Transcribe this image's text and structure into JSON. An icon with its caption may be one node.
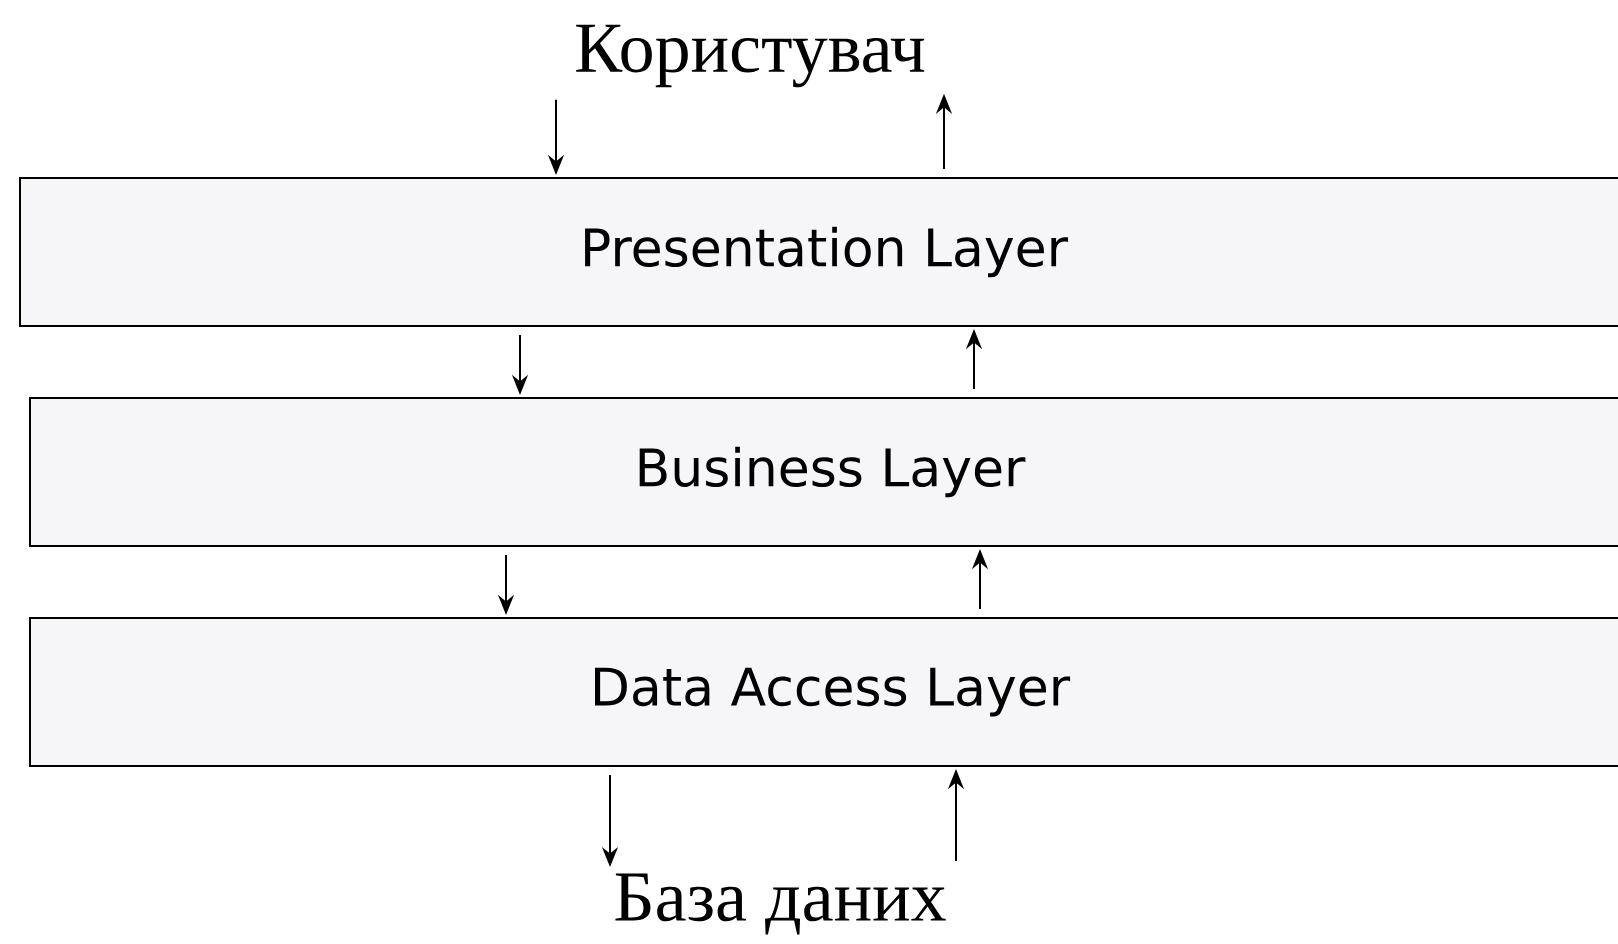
{
  "diagram": {
    "nodes": [
      {
        "text": [
          "Користувач"
        ]
      },
      {
        "text": [
          "Presentation Layer"
        ]
      },
      {
        "text": [
          "Business Layer"
        ]
      },
      {
        "text": [
          "Data Access Layer"
        ]
      },
      {
        "text": [
          "База даних"
        ]
      }
    ],
    "edges": [
      {
        "from": 0,
        "to": 1,
        "arrow": "to"
      },
      {
        "from": 1,
        "to": 0,
        "arrow": "to"
      },
      {
        "from": 1,
        "to": 2,
        "arrow": "to"
      },
      {
        "from": 2,
        "to": 1,
        "arrow": "to"
      },
      {
        "from": 2,
        "to": 3,
        "arrow": "to"
      },
      {
        "from": 3,
        "to": 2,
        "arrow": "to"
      },
      {
        "from": 3,
        "to": 4,
        "arrow": "to"
      },
      {
        "from": 4,
        "to": 3,
        "arrow": "to"
      }
    ]
  }
}
